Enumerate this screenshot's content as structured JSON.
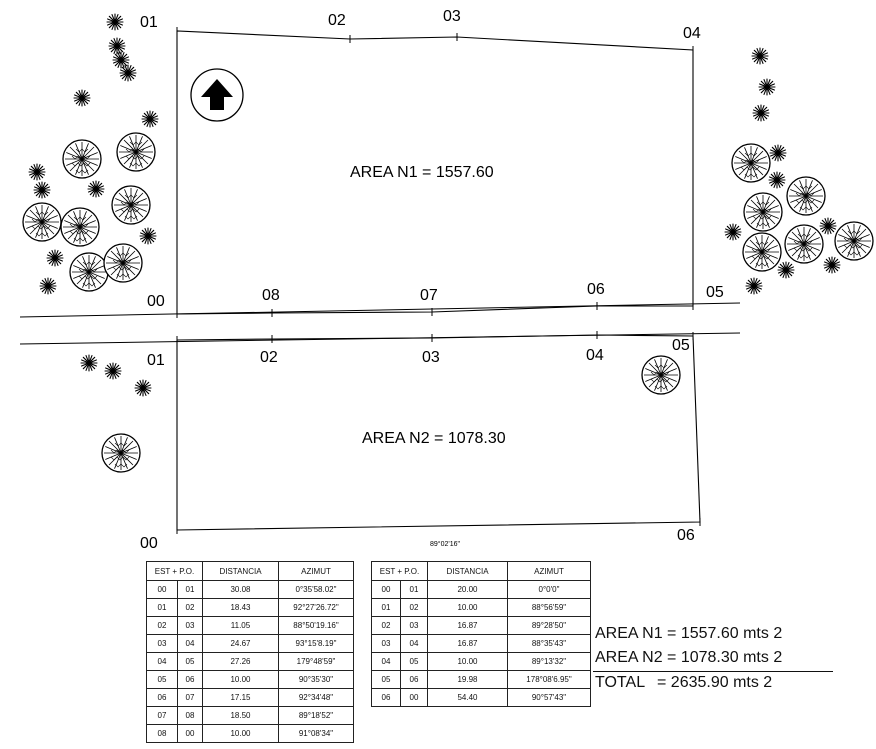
{
  "lot1": {
    "area_label": "AREA  N1 =  1557.60",
    "points": {
      "p00": "00",
      "p01": "01",
      "p02": "02",
      "p03": "03",
      "p04": "04",
      "p05": "05",
      "p06": "06",
      "p07": "07",
      "p08": "08"
    }
  },
  "lot2": {
    "area_label": "AREA  N2 = 1078.30",
    "bottom_azimuth": "89°02'16\"",
    "points": {
      "p00": "00",
      "p01": "01",
      "p02": "02",
      "p03": "03",
      "p04": "04",
      "p05": "05",
      "p06": "06"
    }
  },
  "north_arrow": {
    "icon": "north-arrow-icon"
  },
  "trees": {
    "shrub_icon": "shrub-icon",
    "tree_icon": "tree-icon"
  },
  "table1": {
    "headers": [
      "EST",
      "P.O.",
      "DISTANCIA",
      "AZIMUT"
    ],
    "header_joined": "EST + P.O.",
    "rows": [
      [
        "00",
        "01",
        "30.08",
        "0°35'58.02\""
      ],
      [
        "01",
        "02",
        "18.43",
        "92°27'26.72\""
      ],
      [
        "02",
        "03",
        "11.05",
        "88°50'19.16\""
      ],
      [
        "03",
        "04",
        "24.67",
        "93°15'8.19\""
      ],
      [
        "04",
        "05",
        "27.26",
        "179°48'59\""
      ],
      [
        "05",
        "06",
        "10.00",
        "90°35'30\""
      ],
      [
        "06",
        "07",
        "17.15",
        "92°34'48\""
      ],
      [
        "07",
        "08",
        "18.50",
        "89°18'52\""
      ],
      [
        "08",
        "00",
        "10.00",
        "91°08'34\""
      ]
    ]
  },
  "table2": {
    "headers": [
      "EST",
      "P.O.",
      "DISTANCIA",
      "AZIMUT"
    ],
    "header_joined": "EST + P.O.",
    "rows": [
      [
        "00",
        "01",
        "20.00",
        "0°0'0\""
      ],
      [
        "01",
        "02",
        "10.00",
        "88°56'59\""
      ],
      [
        "02",
        "03",
        "16.87",
        "89°28'50\""
      ],
      [
        "03",
        "04",
        "16.87",
        "88°35'43\""
      ],
      [
        "04",
        "05",
        "10.00",
        "89°13'32\""
      ],
      [
        "05",
        "06",
        "19.98",
        "178°08'6.95\""
      ],
      [
        "06",
        "00",
        "54.40",
        "90°57'43\""
      ]
    ]
  },
  "summary": {
    "line1": "AREA  N1 = 1557.60 mts 2",
    "line2": "AREA  N2 = 1078.30 mts 2",
    "total_label": "TOTAL",
    "total_value": "= 2635.90 mts 2"
  }
}
